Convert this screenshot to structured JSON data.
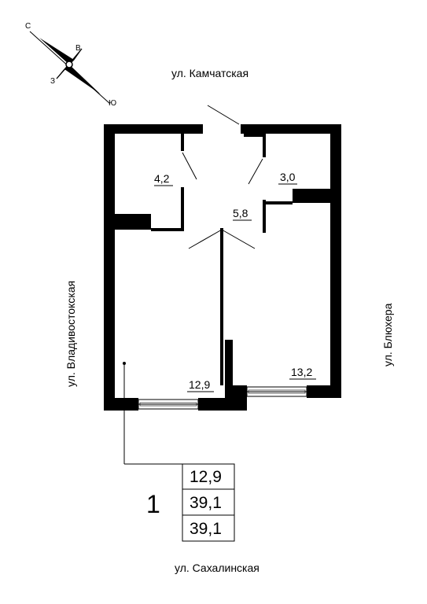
{
  "streets": {
    "north": "ул. Камчатская",
    "south": "ул. Сахалинская",
    "west": "ул. Владивостокская",
    "east": "ул. Блюхера"
  },
  "compass": {
    "north": "С",
    "east": "В",
    "west": "З",
    "south": "Ю"
  },
  "rooms": {
    "bathroom_left": "4,2",
    "bathroom_right": "3,0",
    "hallway": "5,8",
    "room_left": "12,9",
    "room_right": "13,2"
  },
  "summary": {
    "rooms_count": "1",
    "living_area": "12,9",
    "total_area": "39,1",
    "area_with_balcony": "39,1"
  }
}
